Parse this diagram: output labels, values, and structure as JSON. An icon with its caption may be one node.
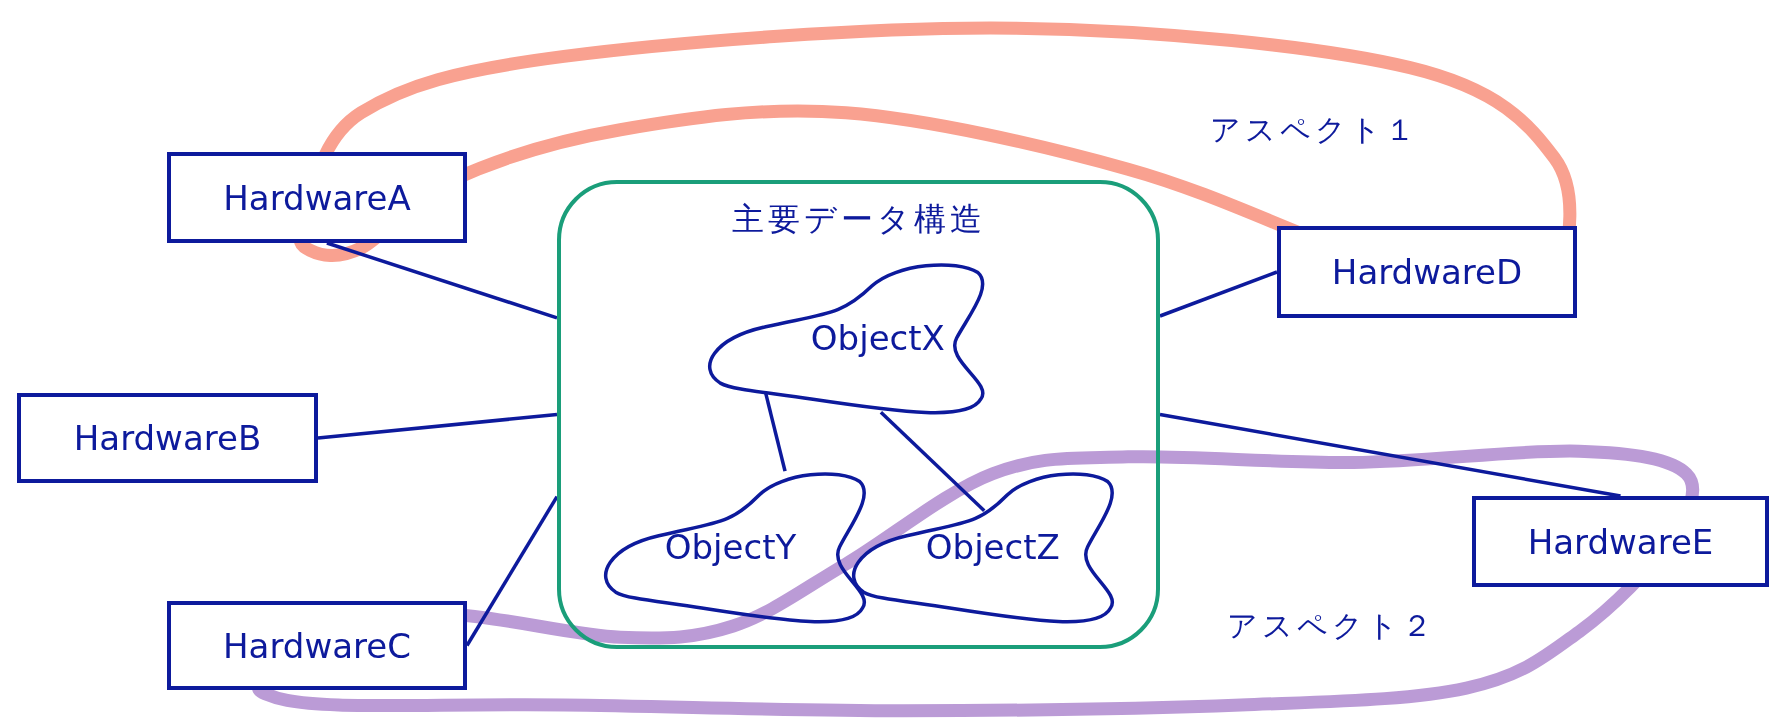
{
  "diagram": {
    "nodes": [
      {
        "text": [
          "HardwareA"
        ]
      },
      {
        "text": [
          "HardwareB"
        ]
      },
      {
        "text": [
          "HardwareC"
        ]
      },
      {
        "text": [
          "主要データ構造"
        ]
      },
      {
        "text": [
          "ObjectX"
        ],
        "in": 3
      },
      {
        "text": [
          "ObjectY"
        ],
        "in": 3
      },
      {
        "text": [
          "ObjectZ"
        ],
        "in": 3
      },
      {
        "text": [
          "HardwareD"
        ]
      },
      {
        "text": [
          "HardwareE"
        ]
      }
    ],
    "edges": [
      {
        "from": 0,
        "to": 3,
        "arrow": "none"
      },
      {
        "from": 1,
        "to": 3,
        "arrow": "none"
      },
      {
        "from": 2,
        "to": 3,
        "arrow": "none"
      },
      {
        "from": 7,
        "to": 3,
        "arrow": "none"
      },
      {
        "from": 8,
        "to": 3,
        "arrow": "none"
      },
      {
        "from": 4,
        "to": 5,
        "arrow": "none"
      },
      {
        "from": 4,
        "to": 6,
        "arrow": "none"
      }
    ],
    "labels": [
      "アスペクト１",
      "アスペクト２"
    ]
  }
}
